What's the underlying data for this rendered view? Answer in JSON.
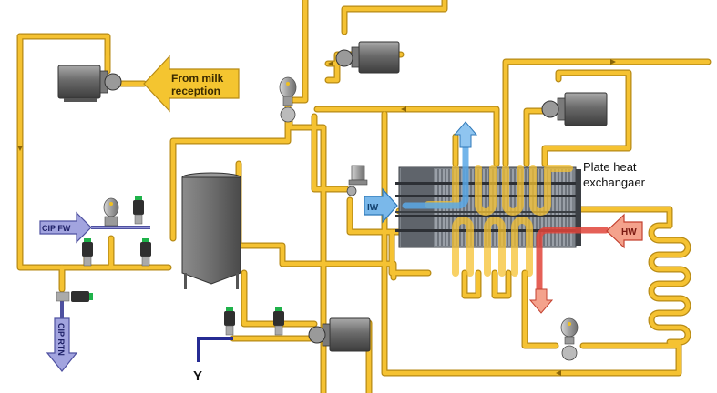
{
  "labels": {
    "from_milk_line1": "From milk",
    "from_milk_line2": "reception",
    "phe_line1": "Plate heat",
    "phe_line2": "exchangaer",
    "cip_fw": "CIP FW",
    "cip_rtn": "CIP RTN",
    "iw": "IW",
    "hw": "HW",
    "drain": "Y"
  },
  "colors": {
    "pipe": "#f5c232",
    "pipe_edge": "#b78a14",
    "cip": "#8f91d3",
    "cold": "#5aa8e6",
    "hot": "#e0443a",
    "hot_arrow": "#f4a28c",
    "drain": "#262b93",
    "equipment": "#6b6b6b",
    "valve_head": "#333333"
  },
  "icons": {
    "pump": "pump-icon",
    "valve": "valve-icon",
    "tank": "tank-icon",
    "heat_exchanger": "plate-heat-exchanger-icon"
  }
}
